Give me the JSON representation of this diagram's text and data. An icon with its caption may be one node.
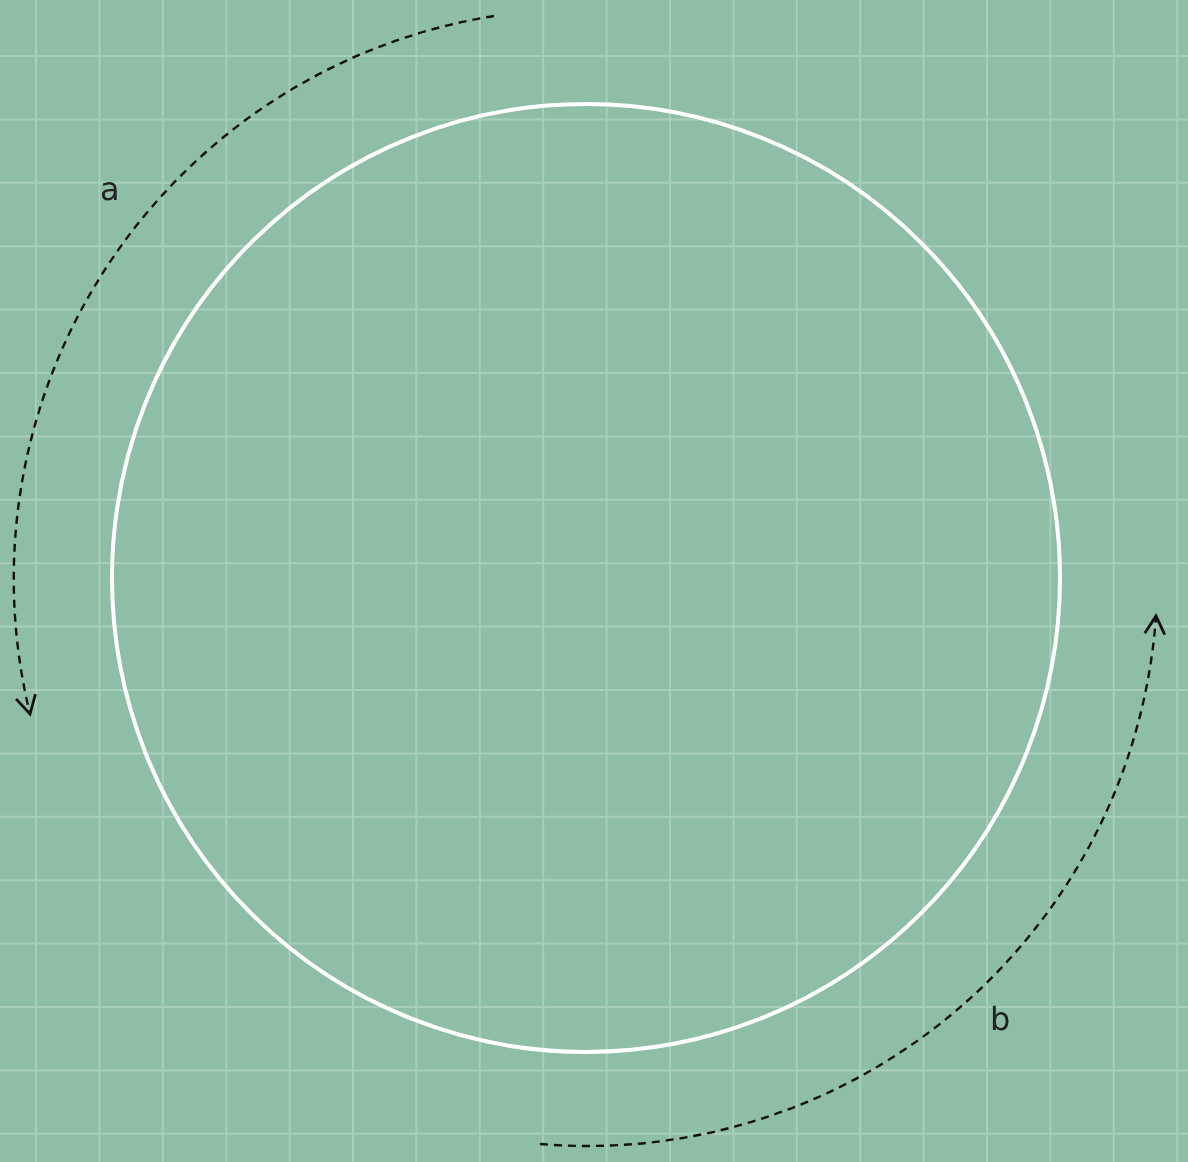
{
  "diagram": {
    "nodes": [
      {
        "text": [],
        "shape": "circle"
      }
    ],
    "labels": [
      "a",
      "b"
    ]
  }
}
